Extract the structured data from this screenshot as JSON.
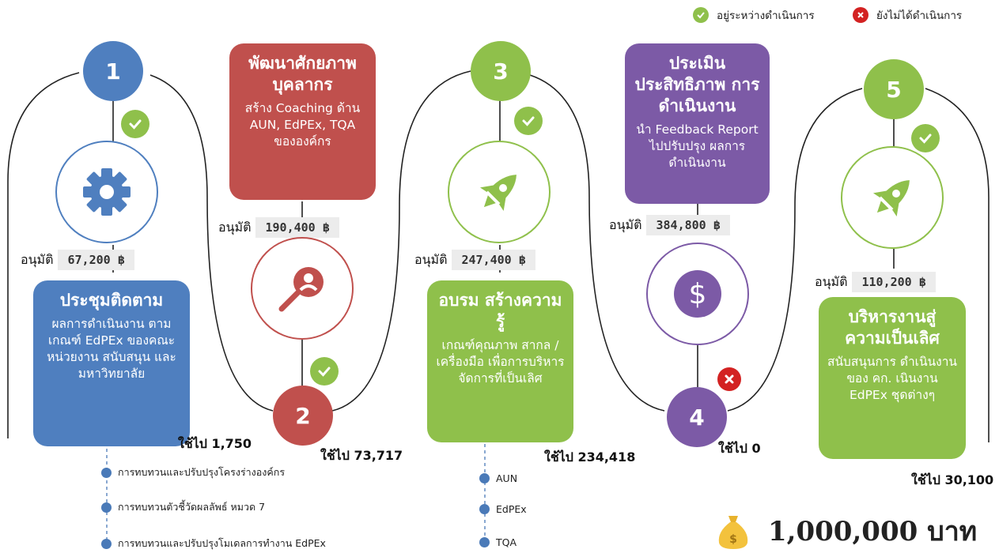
{
  "legend": {
    "in_progress": "อยู่ระหว่างดำเนินการ",
    "not_started": "ยังไม่ได้ดำเนินการ"
  },
  "colors": {
    "blue": "#4f7fbf",
    "red": "#c0504d",
    "green": "#8fc04b",
    "purple": "#7c5aa6",
    "check_green": "#8fc04b",
    "x_red": "#d32222"
  },
  "approve_label": "อนุมัติ",
  "steps": [
    {
      "number": "1",
      "icon": "gear-icon",
      "status": "in_progress",
      "approved": "67,200 ฿",
      "used": "ใช้ไป 1,750",
      "card_title": "ประชุมติดตาม",
      "card_body": "ผลการดำเนินงาน ตามเกณฑ์ EdPEx ของคณะ หน่วยงาน สนับสนุน และ มหาวิทยาลัย",
      "sub_items": [
        "การทบทวนและปรับปรุงโครงร่างองค์กร",
        "การทบทวนตัวชี้วัดผลลัพธ์ หมวด 7",
        "การทบทวนและปรับปรุงโมเดลการทำงาน EdPEx"
      ]
    },
    {
      "number": "2",
      "icon": "search-person-icon",
      "status": "in_progress",
      "approved": "190,400 ฿",
      "used": "ใช้ไป 73,717",
      "card_title": "พัฒนาศักยภาพ บุคลากร",
      "card_body": "สร้าง Coaching ด้าน AUN, EdPEx, TQA ขององค์กร"
    },
    {
      "number": "3",
      "icon": "rocket-icon",
      "status": "in_progress",
      "approved": "247,400 ฿",
      "used": "ใช้ไป 234,418",
      "card_title": "อบรม สร้างความรู้",
      "card_body": "เกณฑ์คุณภาพ สากล / เครื่องมือ เพื่อการบริหาร จัดการที่เป็นเลิศ",
      "sub_items": [
        "AUN",
        "EdPEx",
        "TQA"
      ]
    },
    {
      "number": "4",
      "icon": "dollar-icon",
      "status": "not_started",
      "approved": "384,800 ฿",
      "used": "ใช้ไป 0",
      "card_title": "ประเมิน ประสิทธิภาพ การดำเนินงาน",
      "card_body": "นำ Feedback Report ไปปรับปรุง ผลการดำเนินงาน"
    },
    {
      "number": "5",
      "icon": "rocket-icon",
      "status": "in_progress",
      "approved": "110,200 ฿",
      "used": "ใช้ไป 30,100",
      "card_title": "บริหารงานสู่ ความเป็นเลิศ",
      "card_body": "สนับสนุนการ ดำเนินงานของ คก. เนินงาน EdPEx ชุดต่างๆ"
    }
  ],
  "total": "1,000,000 บาท",
  "total_icon": "money-bag-icon"
}
